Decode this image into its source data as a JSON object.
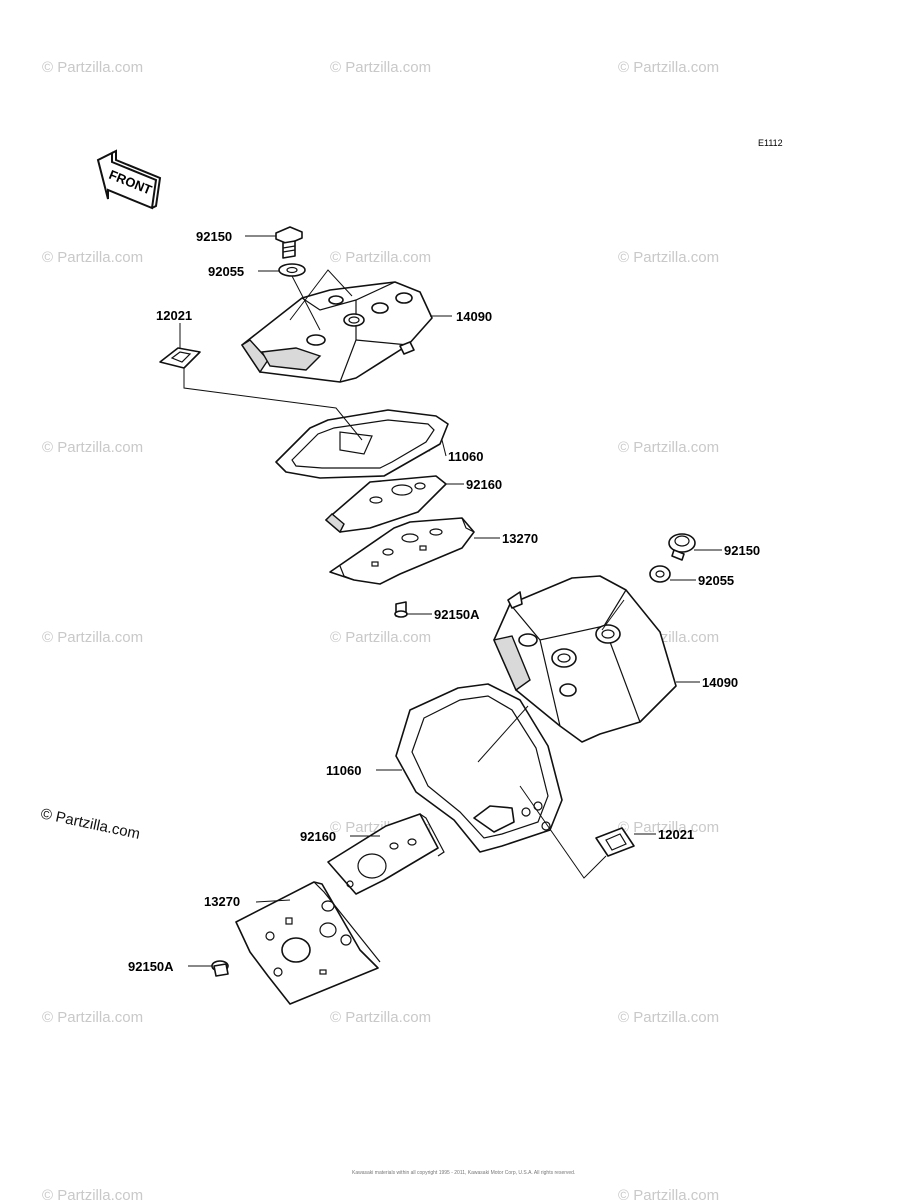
{
  "diagram_code": "E1112",
  "front_label": "FRONT",
  "watermark_text": "© Partzilla.com",
  "copyright_text": "Kawasaki materials within all copyright 1995 - 2011, Kawasaki Motor Corp, U.S.A. All rights reserved.",
  "part_labels": {
    "top_bolt": "92150",
    "top_washer": "92055",
    "top_cover": "14090",
    "top_cap": "12021",
    "top_gasket": "11060",
    "top_plate_gasket": "92160",
    "top_plate": "13270",
    "top_plate_bolt": "92150A",
    "bottom_bolt": "92150",
    "bottom_washer": "92055",
    "bottom_cover": "14090",
    "bottom_gasket": "11060",
    "bottom_plate_gasket": "92160",
    "bottom_cap": "12021",
    "bottom_plate": "13270",
    "bottom_plate_bolt": "92150A"
  }
}
